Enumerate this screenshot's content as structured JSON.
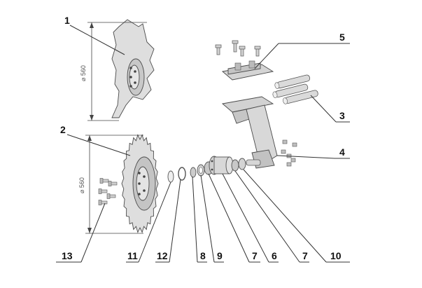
{
  "callouts": [
    {
      "id": "c1",
      "label": "1"
    },
    {
      "id": "c2",
      "label": "2"
    },
    {
      "id": "c3",
      "label": "3"
    },
    {
      "id": "c4",
      "label": "4"
    },
    {
      "id": "c5",
      "label": "5"
    },
    {
      "id": "c13",
      "label": "13"
    },
    {
      "id": "c11",
      "label": "11"
    },
    {
      "id": "c12",
      "label": "12"
    },
    {
      "id": "c8",
      "label": "8"
    },
    {
      "id": "c9",
      "label": "9"
    },
    {
      "id": "c7a",
      "label": "7"
    },
    {
      "id": "c6",
      "label": "6"
    },
    {
      "id": "c7b",
      "label": "7"
    },
    {
      "id": "c10",
      "label": "10"
    }
  ],
  "dimensions": {
    "disc_top": "⌀ 560",
    "disc_bottom": "⌀ 560"
  },
  "colors": {
    "part_fill": "#dcdcdc",
    "part_dark": "#b8b8b8",
    "line": "#333333"
  }
}
